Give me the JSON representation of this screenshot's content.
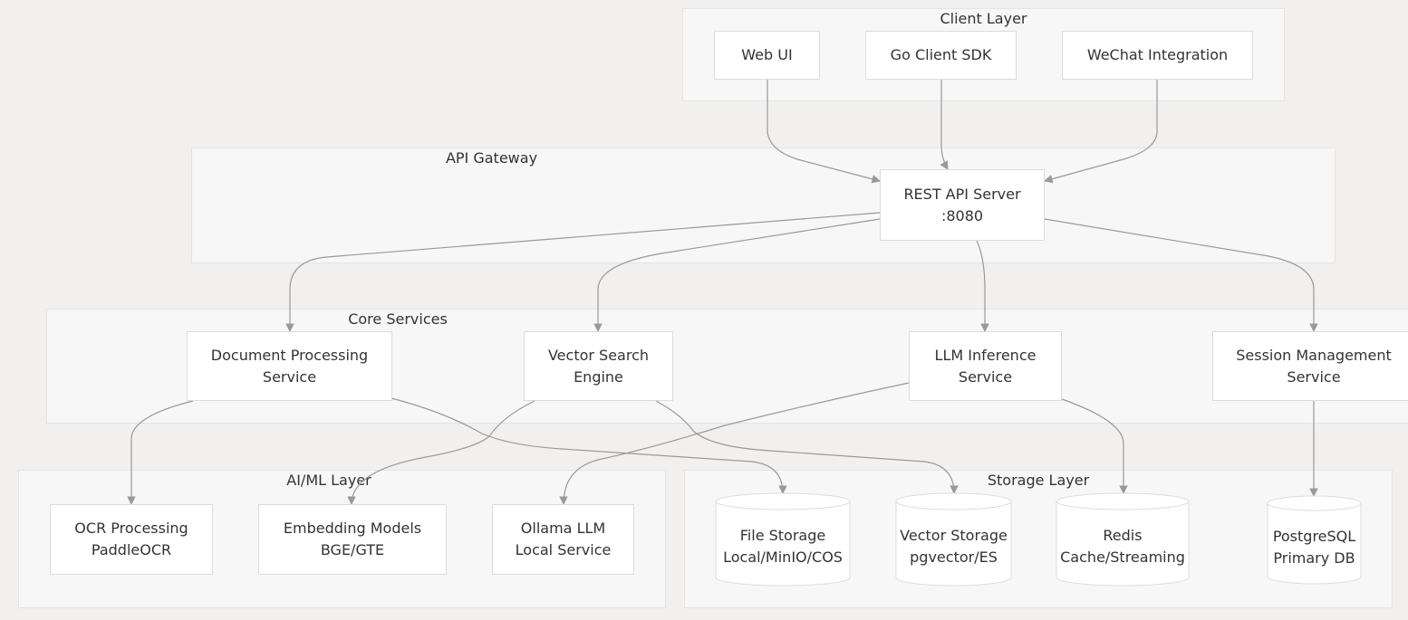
{
  "clusters": {
    "client": "Client Layer",
    "gateway": "API Gateway",
    "core": "Core Services",
    "aiml": "AI/ML Layer",
    "storage": "Storage Layer"
  },
  "nodes": {
    "web_ui": "Web UI",
    "go_sdk": "Go Client SDK",
    "wechat": "WeChat Integration",
    "rest_api": "REST API Server\n:8080",
    "doc_proc": "Document Processing\nService",
    "vector_search": "Vector Search\nEngine",
    "llm_inference": "LLM Inference\nService",
    "session_mgmt": "Session Management\nService",
    "ocr": "OCR Processing\nPaddleOCR",
    "embedding": "Embedding Models\nBGE/GTE",
    "ollama": "Ollama LLM\nLocal Service",
    "file_storage": "File Storage\nLocal/MinIO/COS",
    "vector_storage": "Vector Storage\npgvector/ES",
    "redis": "Redis\nCache/Streaming",
    "postgres": "PostgreSQL\nPrimary DB"
  },
  "colors": {
    "background": "#f1f0ee",
    "cluster_fill": "#f7f7f7",
    "node_fill": "#ffffff",
    "edge": "#999999"
  }
}
